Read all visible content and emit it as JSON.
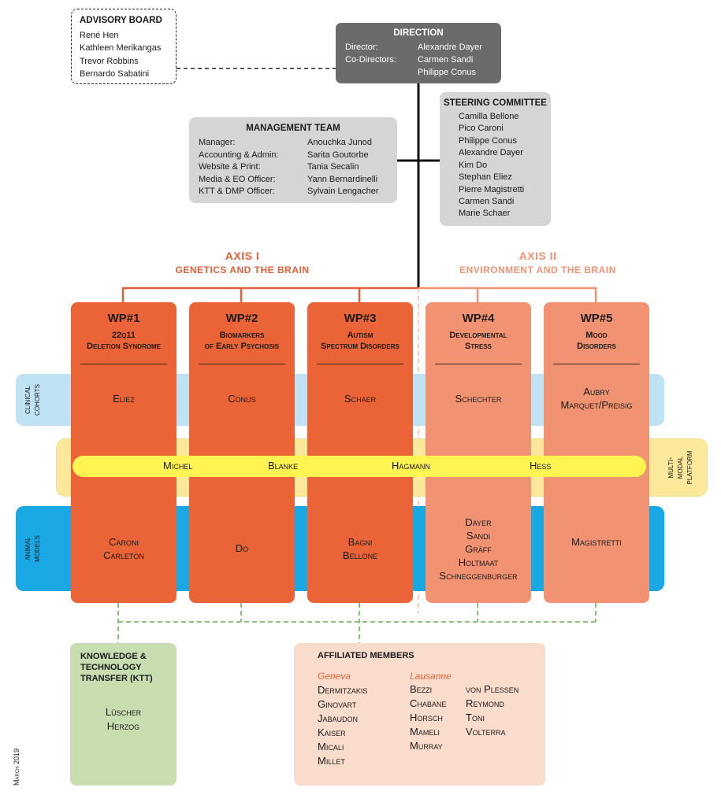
{
  "advisory_board": {
    "title": "ADVISORY BOARD",
    "members": [
      "René Hen",
      "Kathleen Merikangas",
      "Trevor Robbins",
      "Bernardo Sabatini"
    ]
  },
  "direction": {
    "title": "DIRECTION",
    "rows": [
      {
        "role": "Director:",
        "names": "Alexandre Dayer"
      },
      {
        "role": "Co-Directors:",
        "names": "Carmen Sandi"
      },
      {
        "role": "",
        "names": "Philippe Conus"
      }
    ]
  },
  "management_team": {
    "title": "MANAGEMENT TEAM",
    "rows": [
      {
        "role": "Manager:",
        "name": "Anouchka Junod"
      },
      {
        "role": "Accounting & Admin:",
        "name": "Sarita Goutorbe"
      },
      {
        "role": "Website & Print:",
        "name": "Tania Secalin"
      },
      {
        "role": "Media & EO Officer:",
        "name": "Yann Bernardinelli"
      },
      {
        "role": "KTT & DMP Officer:",
        "name": "Sylvain Lengacher"
      }
    ]
  },
  "steering_committee": {
    "title": "STEERING COMMITTEE",
    "members": [
      "Camilla Bellone",
      "Pico Caroni",
      "Philippe Conus",
      "Alexandre Dayer",
      "Kim Do",
      "Stephan Eliez",
      "Pierre Magistretti",
      "Carmen Sandi",
      "Marie Schaer"
    ]
  },
  "axes": [
    {
      "title": "AXIS I",
      "subtitle": "GENETICS AND THE BRAIN"
    },
    {
      "title": "AXIS II",
      "subtitle": "ENVIRONMENT AND THE BRAIN"
    }
  ],
  "work_packages": [
    {
      "id": "WP#1",
      "line1": "22q11",
      "line2": "Deletion Syndrome",
      "clinical": [
        "Eliez"
      ],
      "animal": [
        "Caroni",
        "Carleton"
      ]
    },
    {
      "id": "WP#2",
      "line1": "Biomarkers",
      "line2": "of Early Psychosis",
      "clinical": [
        "Conus"
      ],
      "animal": [
        "Do"
      ]
    },
    {
      "id": "WP#3",
      "line1": "Autism",
      "line2": "Spectrum Disorders",
      "clinical": [
        "Schaer"
      ],
      "animal": [
        "Bagni",
        "Bellone"
      ]
    },
    {
      "id": "WP#4",
      "line1": "Developmental",
      "line2": "Stress",
      "clinical": [
        "Schechter"
      ],
      "animal": [
        "Dayer",
        "Sandi",
        "Gräff",
        "Holtmaat",
        "Schneggenburger"
      ]
    },
    {
      "id": "WP#5",
      "line1": "Mood",
      "line2": "Disorders",
      "clinical": [
        "Aubry",
        "Marquet/Preisig"
      ],
      "animal": [
        "Magistretti"
      ]
    }
  ],
  "bands": {
    "clinical": [
      "clinical",
      "cohorts"
    ],
    "animal": [
      "animal",
      "models"
    ],
    "multimodal": [
      "multi-",
      "modal",
      "platform"
    ]
  },
  "platform_members": [
    "Michel",
    "Blanke",
    "Hagmann",
    "Hess"
  ],
  "ktt": {
    "title_lines": [
      "KNOWLEDGE &",
      "TECHNOLOGY",
      "TRANSFER (KTT)"
    ],
    "members": [
      "Lüscher",
      "Herzog"
    ]
  },
  "affiliated": {
    "title": "AFFILIATED MEMBERS",
    "geneva_label": "Geneva",
    "lausanne_label": "Lausanne",
    "geneva": [
      "Dermitzakis",
      "Ginovart",
      "Jabaudon",
      "Kaiser",
      "Micali",
      "Millet"
    ],
    "lausanne_col1": [
      "Bezzi",
      "Chabane",
      "Horsch",
      "Mameli",
      "Murray"
    ],
    "lausanne_col2": [
      "von Plessen",
      "Reymond",
      "Toni",
      "Volterra"
    ]
  },
  "date": "March 2019",
  "colors": {
    "axis1": "#ea6437",
    "axis2": "#f19372",
    "clinical_band": "#bfe2f5",
    "animal_band": "#1aa8e4",
    "platform": "#fff451",
    "ktt": "#c8ddb0",
    "affiliated": "#fadccd",
    "direction": "#6b6b6b",
    "grey_box": "#d5d5d5"
  }
}
